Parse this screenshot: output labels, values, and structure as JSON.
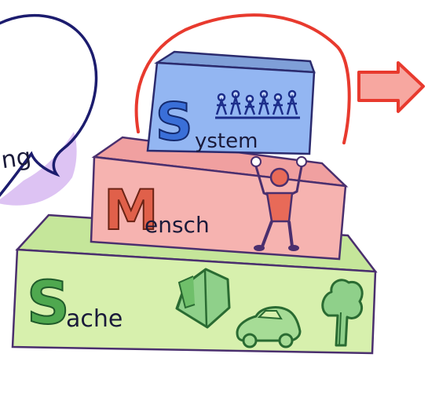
{
  "levels": {
    "system": {
      "initial": "S",
      "rest": "ystem",
      "fill": "#8fb3f0",
      "letter_color": "#3a6fd8"
    },
    "mensch": {
      "initial": "M",
      "rest": "ensch",
      "fill": "#f3a8a8",
      "letter_color": "#e0604a"
    },
    "sache": {
      "initial": "S",
      "rest": "ache",
      "fill": "#d4efa6",
      "letter_color": "#4fa84f"
    }
  },
  "speech_bubble": {
    "text_fragment": "ng",
    "outline_color": "#1c1c6e",
    "shadow_color": "#c8a4ec"
  },
  "arrow": {
    "color": "#e83a2e",
    "fill": "#f7a7a0"
  },
  "icons": [
    "people-group-icon",
    "person-icon",
    "house-icon",
    "car-icon",
    "tree-icon"
  ]
}
